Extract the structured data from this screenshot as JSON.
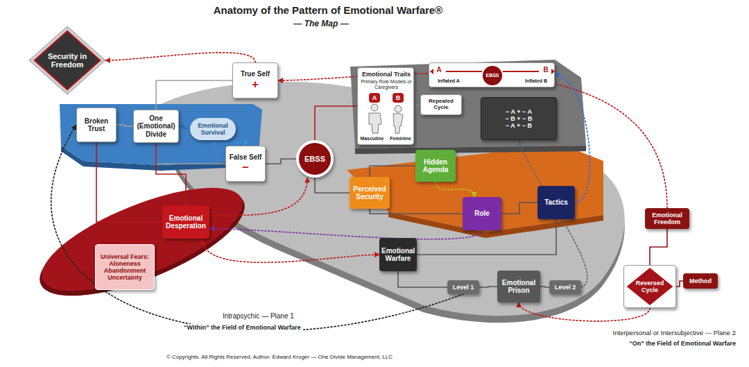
{
  "diagram": {
    "title": "Anatomy of the Pattern of Emotional Warfare®",
    "caption": "© Copyrights. All Rights Reserved. Author: Edward Kroger — One Divide Management, LLC",
    "nodes": [
      {
        "text": [
          "Security in Freedom"
        ]
      },
      {
        "text": [
          "True Self",
          "+"
        ]
      },
      {
        "text": [
          "Broken Trust"
        ]
      },
      {
        "text": [
          "One (Emotional) Divide"
        ]
      },
      {
        "text": [
          "Emotional Survival"
        ]
      },
      {
        "text": [
          "Emotional Traits",
          "Primary Role Models or Caregivers",
          "Masculine",
          "Feminine"
        ]
      },
      {
        "text": [
          "A"
        ],
        "in": 5
      },
      {
        "text": [
          "B"
        ],
        "in": 5
      },
      {
        "text": [
          "A",
          "Inflated A",
          "B",
          "Inflated B"
        ]
      },
      {
        "text": [
          "EBSS"
        ],
        "in": 8
      },
      {
        "text": [
          "Repeated Cycle"
        ]
      },
      {
        "text": [
          "− A + − A",
          "− B + − B",
          "− A + − B"
        ]
      },
      {
        "text": [
          "False Self",
          "−"
        ]
      },
      {
        "text": [
          "EBSS"
        ]
      },
      {
        "text": [
          "Hidden Agenda"
        ]
      },
      {
        "text": [
          "Perceived Security"
        ]
      },
      {
        "text": [
          "Role"
        ]
      },
      {
        "text": [
          "Tactics"
        ]
      },
      {
        "text": [
          "Emotional Desperation"
        ]
      },
      {
        "text": [
          "Universal Fears:",
          "Aloneness Abandonment Uncertainty"
        ]
      },
      {
        "text": [
          "Emotional Warfare"
        ]
      },
      {
        "text": [
          "Emotional Freedom"
        ]
      },
      {
        "text": [
          "Level 1"
        ]
      },
      {
        "text": [
          "Emotional Prison"
        ]
      },
      {
        "text": [
          "Level 2"
        ]
      },
      {
        "text": [
          "Reversed Cycle"
        ]
      },
      {
        "text": [
          "Method"
        ]
      }
    ],
    "edges": [
      {
        "from": 2,
        "to": 3,
        "arrow": "none"
      },
      {
        "from": 3,
        "to": 1,
        "arrow": "none"
      },
      {
        "from": 3,
        "to": 12,
        "arrow": "none"
      },
      {
        "from": 4,
        "to": 3,
        "arrow": "to"
      },
      {
        "from": 2,
        "to": 18,
        "arrow": "none"
      },
      {
        "from": 3,
        "to": 18,
        "arrow": "none"
      },
      {
        "from": 12,
        "to": 13,
        "arrow": "none"
      },
      {
        "from": 13,
        "to": 5,
        "arrow": "none"
      },
      {
        "from": 13,
        "to": 15,
        "arrow": "none"
      },
      {
        "from": 15,
        "to": 14,
        "arrow": "none"
      },
      {
        "from": 15,
        "to": 16,
        "arrow": "none"
      },
      {
        "from": 16,
        "to": 17,
        "arrow": "none"
      },
      {
        "from": 17,
        "to": 20,
        "arrow": "none"
      },
      {
        "from": 20,
        "to": 22,
        "arrow": "none"
      },
      {
        "from": 22,
        "to": 23,
        "arrow": "none"
      },
      {
        "from": 23,
        "to": 24,
        "arrow": "none"
      },
      {
        "from": 18,
        "to": 19,
        "arrow": "none"
      },
      {
        "from": 10,
        "to": 5,
        "arrow": "none"
      },
      {
        "from": 21,
        "to": 25,
        "arrow": "none"
      },
      {
        "from": 25,
        "to": 26,
        "arrow": "none"
      },
      {
        "from": 1,
        "to": 0,
        "arrow": "to"
      },
      {
        "from": 21,
        "to": 1,
        "arrow": "to"
      },
      {
        "from": 18,
        "to": 13,
        "arrow": "to"
      },
      {
        "from": 16,
        "to": 18,
        "arrow": "to"
      },
      {
        "from": 14,
        "to": 16,
        "arrow": "to"
      },
      {
        "from": 17,
        "to": 8,
        "arrow": "to"
      },
      {
        "from": 25,
        "to": 23,
        "arrow": "to"
      },
      {
        "from": 18,
        "to": 20,
        "arrow": "both"
      },
      {
        "from": 22,
        "to": 2,
        "arrow": "to"
      },
      {
        "from": 4,
        "to": 12,
        "arrow": "both"
      },
      {
        "from": 24,
        "to": 11,
        "arrow": "to"
      }
    ],
    "labels": [
      "— The Map —",
      "Intrapsychic — Plane 1",
      "“Within” the Field of Emotional Warfare",
      "Interpersonal or Intersubjective — Plane 2",
      "“On” the Field of Emotional Warfare"
    ]
  }
}
